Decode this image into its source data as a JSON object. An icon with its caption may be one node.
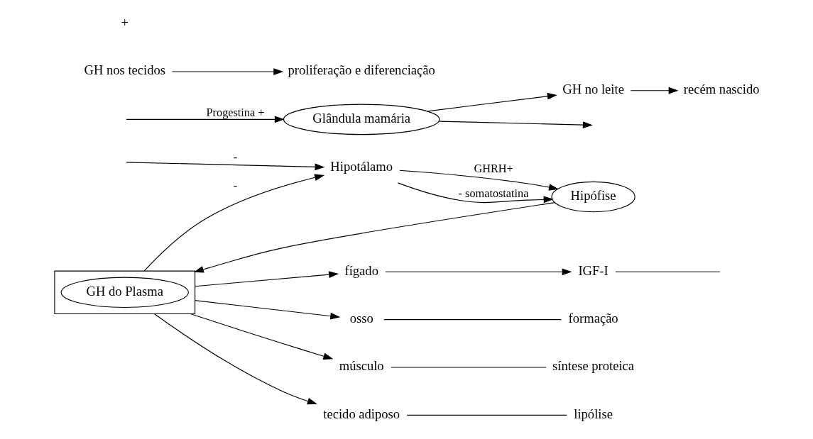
{
  "diagram": {
    "nodes": [
      {
        "text": [
          "Hipotálamo"
        ]
      },
      {
        "text": [
          "Glândula mamária"
        ]
      },
      {
        "text": [],
        "shape": "box"
      },
      {
        "text": [
          "GH do Plasma"
        ],
        "in": 2
      },
      {
        "text": [
          "Hipófise"
        ]
      },
      {
        "text": [
          "fígado"
        ]
      },
      {
        "text": [
          "IGF-I"
        ]
      },
      {
        "text": [
          "osso"
        ]
      },
      {
        "text": [
          "formação"
        ]
      },
      {
        "text": [
          "músculo"
        ]
      },
      {
        "text": [
          "síntese proteica"
        ]
      },
      {
        "text": [
          "tecido adiposo"
        ]
      },
      {
        "text": [
          "lipólise"
        ]
      },
      {
        "text": [
          "GH no leite"
        ]
      },
      {
        "text": [
          "GH nos tecidos"
        ]
      },
      {
        "text": [
          "recém nascido"
        ]
      },
      {
        "text": [
          "proliferação e diferenciação"
        ]
      }
    ],
    "edges": [
      {
        "from": null,
        "to": 1,
        "arrow": "to",
        "label": "Progestina +"
      },
      {
        "from": 2,
        "to": 0,
        "arrow": "to",
        "label": "-"
      },
      {
        "from": null,
        "to": 0,
        "arrow": "to",
        "label": "-"
      },
      {
        "from": 0,
        "to": 4,
        "arrow": "to",
        "label": "GHRH+"
      },
      {
        "from": 0,
        "to": 4,
        "arrow": "to",
        "label": "- somatostatina"
      },
      {
        "from": 4,
        "to": 2,
        "arrow": "to"
      },
      {
        "from": 2,
        "to": 5,
        "arrow": "to"
      },
      {
        "from": 2,
        "to": 7,
        "arrow": "to"
      },
      {
        "from": 2,
        "to": 9,
        "arrow": "to"
      },
      {
        "from": 2,
        "to": 11,
        "arrow": "to"
      },
      {
        "from": 5,
        "to": 6,
        "arrow": "to"
      },
      {
        "from": 6,
        "to": null,
        "arrow": "none"
      },
      {
        "from": 7,
        "to": 8,
        "arrow": "none"
      },
      {
        "from": 9,
        "to": 10,
        "arrow": "none"
      },
      {
        "from": 11,
        "to": 12,
        "arrow": "none"
      },
      {
        "from": 1,
        "to": null,
        "arrow": "to"
      },
      {
        "from": 1,
        "to": 13,
        "arrow": "to"
      },
      {
        "from": 13,
        "to": 15,
        "arrow": "to"
      },
      {
        "from": 14,
        "to": 16,
        "arrow": "to"
      }
    ],
    "labels": [
      "+"
    ]
  }
}
